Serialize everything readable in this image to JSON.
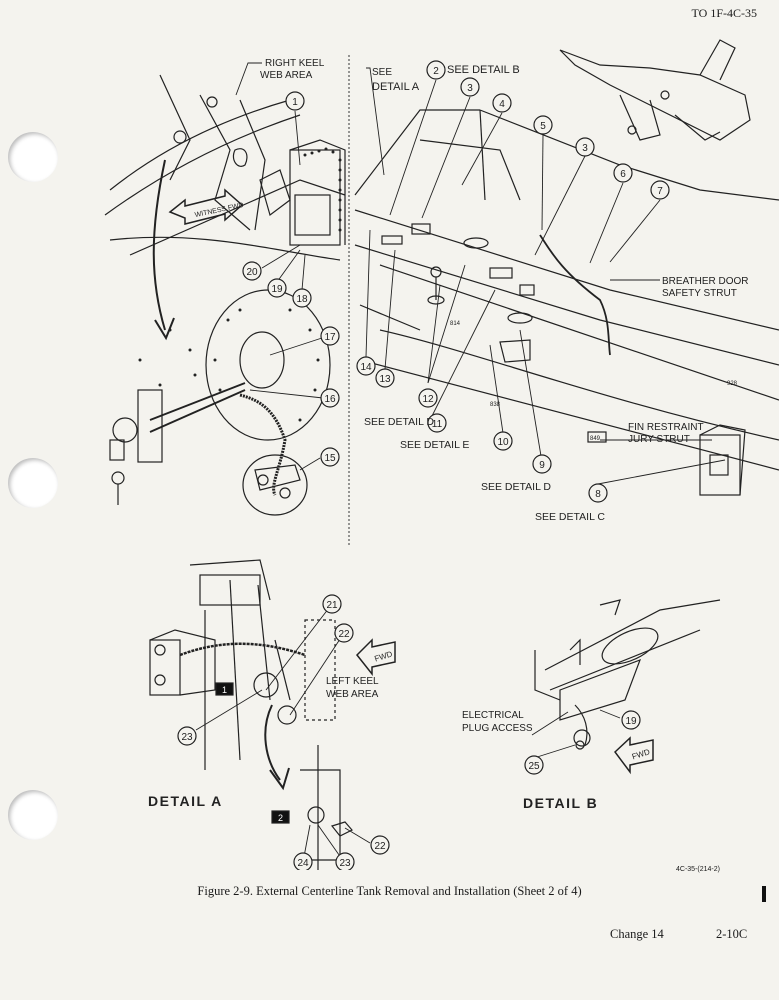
{
  "header": {
    "doc_id": "TO 1F-4C-35"
  },
  "callouts": [
    "1",
    "2",
    "3",
    "4",
    "5",
    "3",
    "6",
    "7",
    "17",
    "16",
    "15",
    "20",
    "19",
    "18",
    "14",
    "13",
    "12",
    "11",
    "10",
    "9",
    "8",
    "21",
    "22",
    "23",
    "23",
    "22",
    "24",
    "25",
    "19"
  ],
  "labels": {
    "right_keel_line1": "RIGHT KEEL",
    "right_keel_line2": "WEB AREA",
    "see_detail_a_line1": "SEE",
    "see_detail_a_line2": "DETAIL A",
    "see_detail_b": "SEE DETAIL B",
    "breather_line1": "BREATHER DOOR",
    "breather_line2": "SAFETY STRUT",
    "see_detail_d_1": "SEE DETAIL D",
    "see_detail_e": "SEE DETAIL E",
    "see_detail_d_2": "SEE DETAIL D",
    "see_detail_c": "SEE DETAIL C",
    "fin_line1": "FIN RESTRAINT",
    "fin_line2": "JURY STRUT",
    "fwd": "FWD",
    "left_keel_line1": "LEFT KEEL",
    "left_keel_line2": "WEB AREA",
    "elec_line1": "ELECTRICAL",
    "elec_line2": "PLUG ACCESS",
    "detail_a": "DETAIL A",
    "detail_b": "DETAIL B",
    "marker_1": "1",
    "marker_2": "2"
  },
  "footer": {
    "figure_id": "4C-35-(214-2)",
    "caption": "Figure 2-9. External Centerline Tank Removal and Installation (Sheet 2 of 4)",
    "change": "Change 14",
    "page": "2-10C"
  }
}
